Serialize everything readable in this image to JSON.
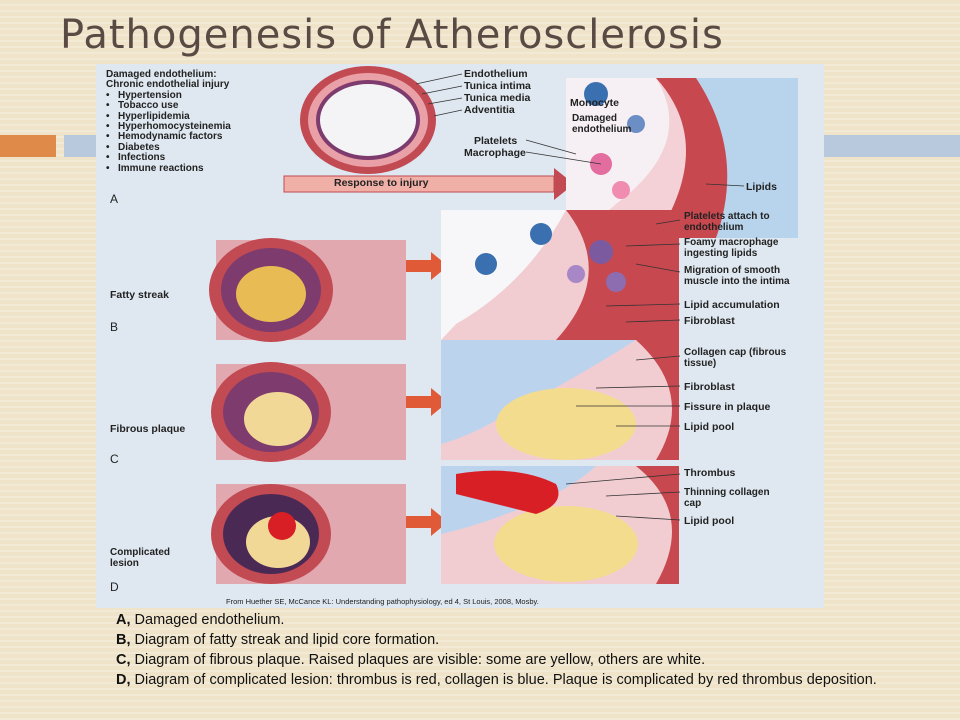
{
  "title": "Pathogenesis of Atherosclerosis",
  "diagram": {
    "causes_title_1": "Damaged endothelium:",
    "causes_title_2": "Chronic endothelial injury",
    "causes": [
      "Hypertension",
      "Tobacco use",
      "Hyperlipidemia",
      "Hyperhomocysteinemia",
      "Hemodynamic factors",
      "Diabetes",
      "Infections",
      "Immune reactions"
    ],
    "vessel_layers": [
      "Endothelium",
      "Tunica intima",
      "Tunica media",
      "Adventitia"
    ],
    "panel_a_labels": [
      "Monocyte",
      "Damaged endothelium",
      "Platelets",
      "Macrophage",
      "Lipids"
    ],
    "response_arrow": "Response to injury",
    "stage_letters": [
      "A",
      "B",
      "C",
      "D"
    ],
    "stage_names": [
      "Fatty streak",
      "Fibrous plaque",
      "Complicated lesion"
    ],
    "panel_b_labels": [
      "Platelets attach to endothelium",
      "Foamy macrophage ingesting lipids",
      "Migration of smooth muscle into the intima",
      "Lipid accumulation",
      "Fibroblast"
    ],
    "panel_c_labels": [
      "Collagen cap (fibrous tissue)",
      "Fibroblast",
      "Fissure in plaque",
      "Lipid pool"
    ],
    "panel_d_labels": [
      "Thrombus",
      "Thinning collagen cap",
      "Lipid pool"
    ],
    "credit": "From Huether SE, McCance KL: Understanding pathophysiology, ed 4, St Louis, 2008, Mosby."
  },
  "caption": [
    {
      "letter": "A,",
      "text": " Damaged endothelium."
    },
    {
      "letter": "B,",
      "text": " Diagram of fatty streak and lipid core formation."
    },
    {
      "letter": "C,",
      "text": " Diagram of fibrous plaque. Raised plaques are visible: some are yellow, others are white."
    },
    {
      "letter": "D,",
      "text": " Diagram of complicated lesion: thrombus is red, collagen is blue. Plaque is complicated by red thrombus deposition."
    }
  ],
  "colors": {
    "accent_orange": "#e08a4a",
    "accent_blue": "#b8c9dd",
    "title": "#5a4a44"
  }
}
